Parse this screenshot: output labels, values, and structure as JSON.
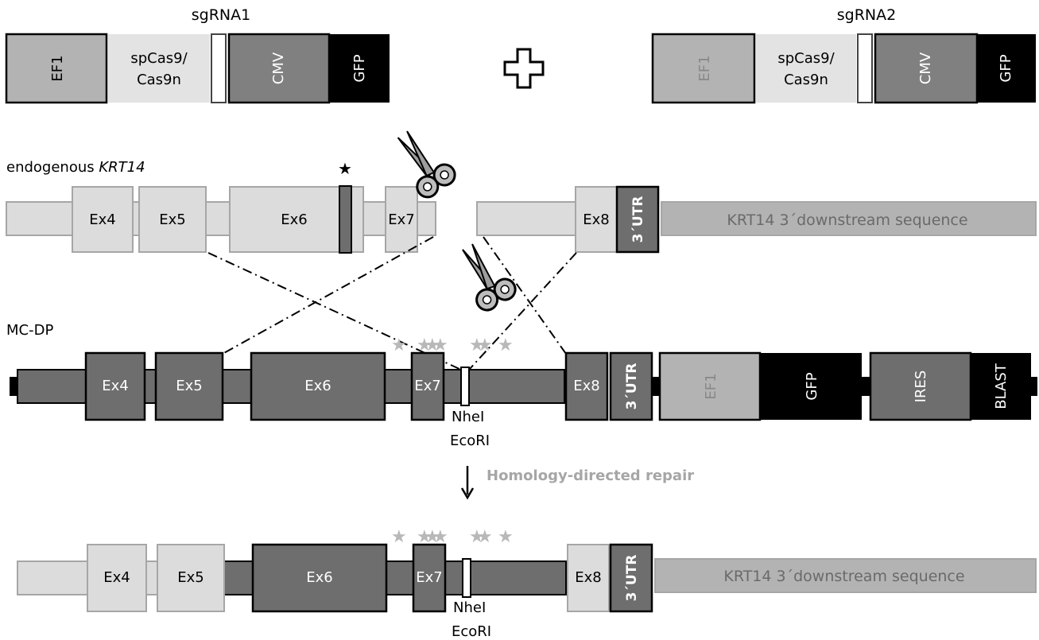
{
  "colors": {
    "light": "#dcdcdc",
    "lighter": "#e6e6e6",
    "mid": "#b3b3b3",
    "dark": "#6e6e6e",
    "black": "#000000",
    "grayText": "#8c8c8c",
    "star": "#b8b8b8"
  },
  "sgrna1": {
    "title": "sgRNA1",
    "ef1": "EF1",
    "cas9_line1": "spCas9/",
    "cas9_line2": "Cas9n",
    "cmv": "CMV",
    "gfp": "GFP"
  },
  "plus_icon": "plus-icon",
  "sgrna2": {
    "title": "sgRNA2",
    "ef1": "EF1",
    "cas9_line1": "spCas9/",
    "cas9_line2": "Cas9n",
    "cmv": "CMV",
    "gfp": "GFP"
  },
  "endogenous": {
    "label_prefix": "endogenous ",
    "label_gene": "KRT14",
    "ex4": "Ex4",
    "ex5": "Ex5",
    "ex6": "Ex6",
    "ex7": "Ex7",
    "ex8": "Ex8",
    "utr": "3´UTR",
    "downstream": "KRT14 3´downstream sequence",
    "star": "★"
  },
  "mcdp": {
    "label": "MC-DP",
    "ex4": "Ex4",
    "ex5": "Ex5",
    "ex6": "Ex6",
    "ex7": "Ex7",
    "ex8": "Ex8",
    "utr": "3´UTR",
    "ef1": "EF1",
    "gfp": "GFP",
    "ires": "IRES",
    "blast": "BLAST",
    "site1": "NheI",
    "site2": "EcoRI",
    "star": "★"
  },
  "repair": {
    "arrow": "↓",
    "label": "Homology-directed repair"
  },
  "result": {
    "ex4": "Ex4",
    "ex5": "Ex5",
    "ex6": "Ex6",
    "ex7": "Ex7",
    "ex8": "Ex8",
    "utr": "3´UTR",
    "downstream": "KRT14 3´downstream sequence",
    "site1": "NheI",
    "site2": "EcoRI",
    "star": "★"
  }
}
